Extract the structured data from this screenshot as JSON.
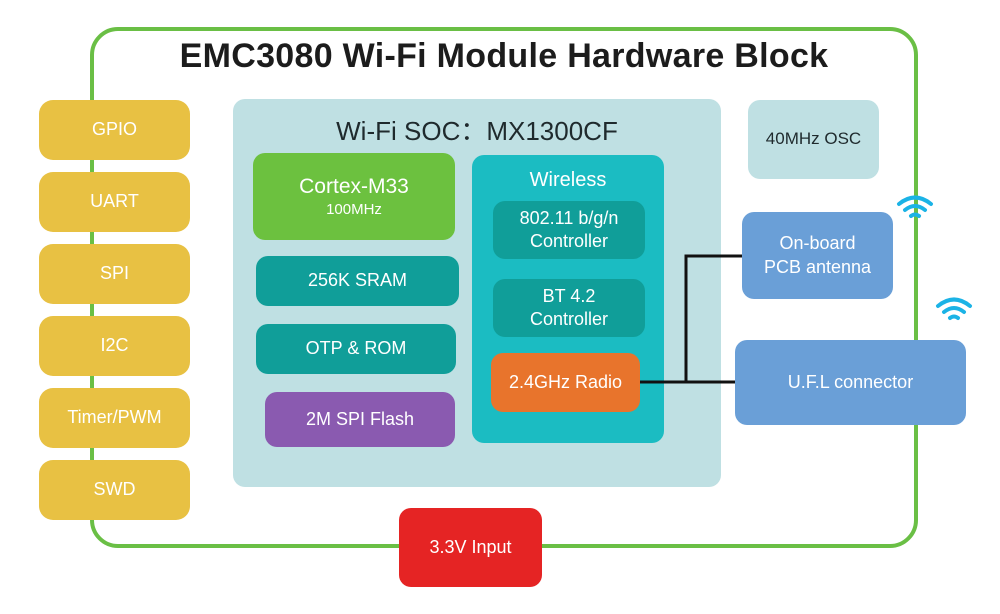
{
  "title": "EMC3080 Wi-Fi Module Hardware Block",
  "interfaces": [
    "GPIO",
    "UART",
    "SPI",
    "I2C",
    "Timer/PWM",
    "SWD"
  ],
  "soc": {
    "title": "Wi-Fi SOC：MX1300CF",
    "cpu": {
      "name": "Cortex-M33",
      "freq": "100MHz"
    },
    "sram": "256K SRAM",
    "otp_rom": "OTP & ROM",
    "flash": "2M SPI Flash",
    "wireless": {
      "title": "Wireless",
      "wifi_ctl": [
        "802.11 b/g/n",
        "Controller"
      ],
      "bt_ctl": [
        "BT 4.2",
        "Controller"
      ],
      "radio": "2.4GHz Radio"
    }
  },
  "osc": "40MHz OSC",
  "antenna": [
    "On-board",
    "PCB antenna"
  ],
  "ufl": "U.F.L connector",
  "power": "3.3V Input",
  "colors": {
    "frame": "#6abf45",
    "io": "#e8c143",
    "soc_bg": "#bfe0e3",
    "cpu": "#6cc13f",
    "teal": "#109e99",
    "wireless": "#1bbcc2",
    "flash": "#8a5ab0",
    "radio": "#e8742c",
    "rf": "#6a9fd7",
    "osc": "#bfe0e3",
    "power": "#e52424"
  }
}
